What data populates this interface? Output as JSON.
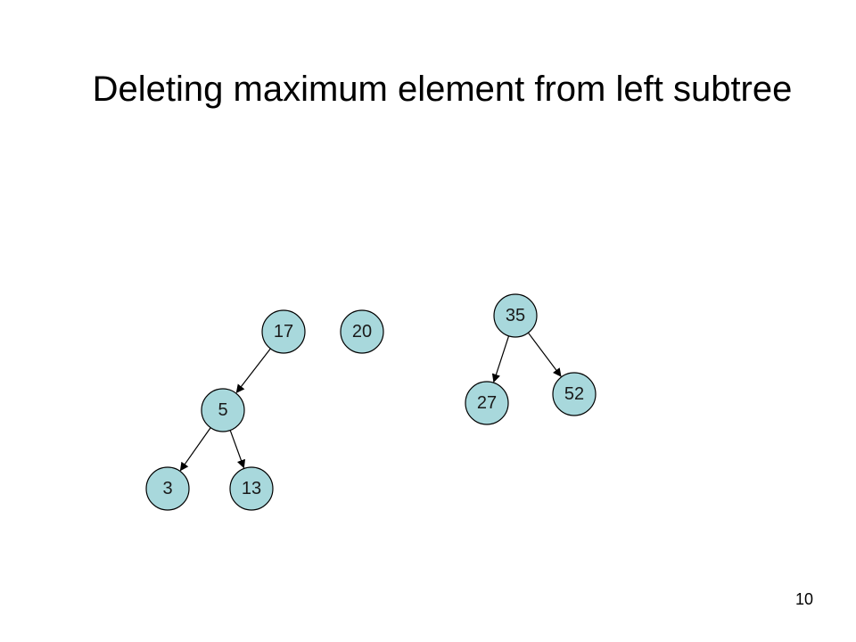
{
  "slide": {
    "title": "Deleting maximum element from left subtree",
    "page_number": "10"
  },
  "colors": {
    "node_fill": "#a8d8dc",
    "node_stroke": "#000000",
    "edge": "#000000"
  },
  "tree": {
    "nodes": [
      {
        "id": "n17",
        "label": "17"
      },
      {
        "id": "n20",
        "label": "20"
      },
      {
        "id": "n5",
        "label": "5"
      },
      {
        "id": "n3",
        "label": "3"
      },
      {
        "id": "n13",
        "label": "13"
      },
      {
        "id": "n35",
        "label": "35"
      },
      {
        "id": "n27",
        "label": "27"
      },
      {
        "id": "n52",
        "label": "52"
      }
    ],
    "edges": [
      {
        "from": "n17",
        "to": "n5"
      },
      {
        "from": "n5",
        "to": "n3"
      },
      {
        "from": "n5",
        "to": "n13"
      },
      {
        "from": "n35",
        "to": "n27"
      },
      {
        "from": "n35",
        "to": "n52"
      }
    ]
  }
}
